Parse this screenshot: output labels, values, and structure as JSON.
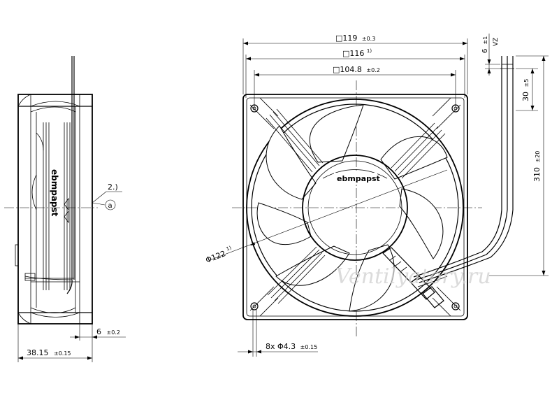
{
  "dimensions": {
    "frame_outer": "□119",
    "frame_outer_tol": "±0.3",
    "frame_mid": "□116",
    "frame_mid_note": "1)",
    "hole_spacing": "□104.8",
    "hole_spacing_tol": "±0.2",
    "diameter": "Φ122",
    "diameter_note": "1)",
    "depth": "38.15",
    "depth_tol": "±0.15",
    "flange": "6",
    "flange_tol": "±0.2",
    "holes": "8x  Φ4.3",
    "holes_tol": "±0.15",
    "cable_length": "310",
    "cable_length_tol": "±20",
    "strip_length": "30",
    "strip_length_tol": "±5",
    "wire_end": "6",
    "wire_end_tol": "±1",
    "wire_end_label": "VZ"
  },
  "callouts": {
    "note_2": "2.)",
    "marker_a": "a"
  },
  "label": {
    "brand": "ebmpapst"
  },
  "watermark": "Ventilyatory.ru"
}
